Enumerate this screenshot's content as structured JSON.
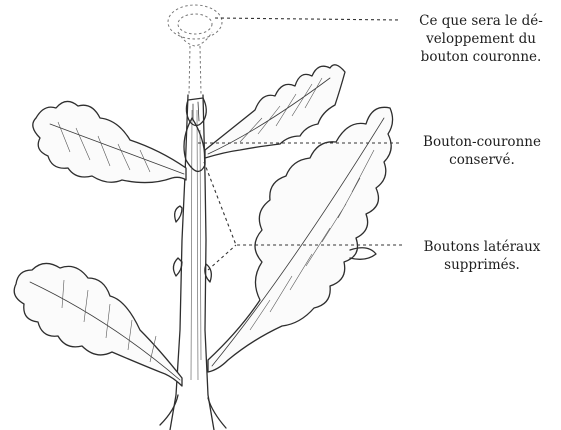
{
  "labels": {
    "future_development": [
      "Ce que sera le dé-",
      "veloppement du",
      "bouton couronne."
    ],
    "kept_bud": [
      "Bouton-couronne",
      "conservé."
    ],
    "removed_buds": [
      "Boutons latéraux",
      "supprimés."
    ]
  },
  "colors": {
    "ink": "#2e2e2e",
    "paper": "#ffffff"
  }
}
